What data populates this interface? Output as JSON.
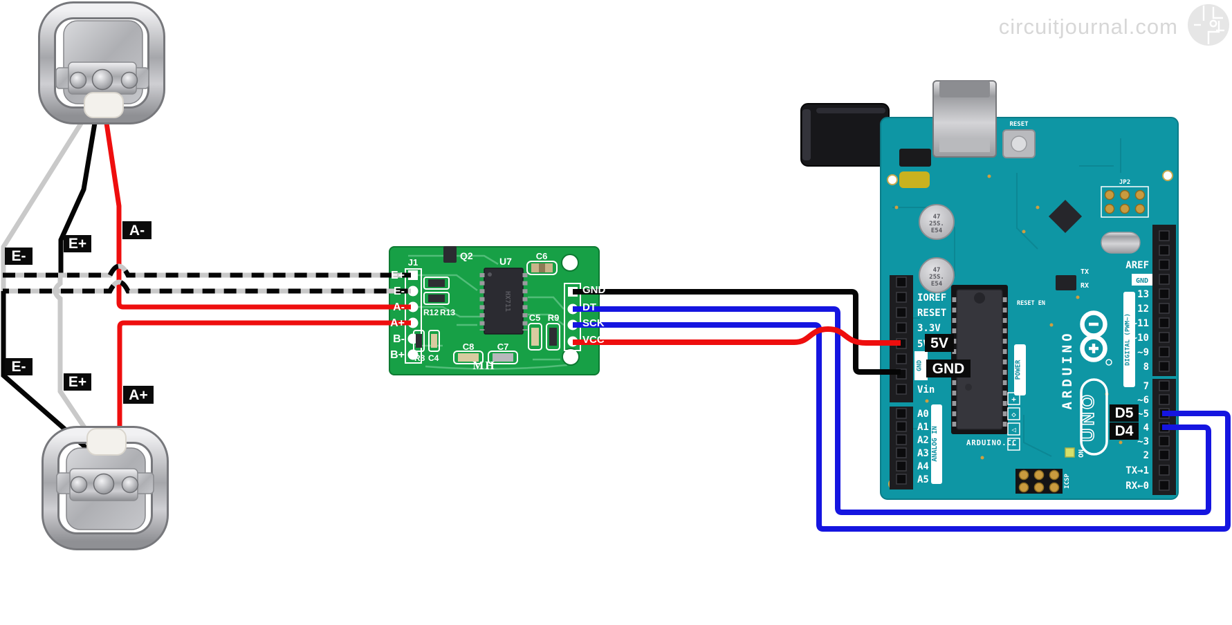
{
  "watermark": {
    "site": "circuitjournal.com"
  },
  "annotations": {
    "top_cell": {
      "red": "A-",
      "black": "E+",
      "gray": "E-"
    },
    "bottom_cell": {
      "black": "E-",
      "gray": "E+",
      "red": "A+"
    },
    "arduino": {
      "v5": "5V",
      "gnd": "GND",
      "d5": "D5",
      "d4": "D4"
    }
  },
  "hx711": {
    "left_pins": [
      "E+",
      "E-",
      "A-",
      "A+",
      "B-",
      "B+"
    ],
    "right_pins": [
      "GND",
      "DT",
      "SCK",
      "VCC"
    ],
    "silk": {
      "j1": "J1",
      "q2": "Q2",
      "u7": "U7",
      "c6": "C6",
      "c5": "C5",
      "r9": "R9",
      "r12": "R12",
      "r13": "R13",
      "c8": "C8",
      "c7": "C7",
      "r8": "R8",
      "c4": "C4",
      "logo": "MH",
      "chip": "HX711"
    }
  },
  "arduino": {
    "power_pins": [
      "IOREF",
      "RESET",
      "3.3V",
      "5V",
      "Vin"
    ],
    "gnd_band": "GND",
    "analog_pins": [
      "A0",
      "A1",
      "A2",
      "A3",
      "A4",
      "A5"
    ],
    "digital_top": [
      "AREF",
      "13",
      "12",
      "~11",
      "~10",
      "~9",
      "8"
    ],
    "digital_bottom": [
      "7",
      "~6",
      "~5",
      "4",
      "~3",
      "2",
      "TX→1",
      "RX←0"
    ],
    "silk": {
      "brand": "ARDUINO",
      "model": "UNO",
      "site": "ARDUINO.CC",
      "digital": "DIGITAL (PWM~)",
      "analog": "ANALOG IN",
      "power": "POWER",
      "icsp": "ICSP",
      "on": "ON",
      "tx": "TX",
      "rx": "RX",
      "reset_button": "RESET",
      "reset_en": "RESET EN",
      "jp2": "JP2",
      "cap_line1": "47",
      "cap_line2": "25S.",
      "cap_line3": "E54"
    }
  },
  "colors": {
    "arduino_board": "#0e96a4",
    "hx711_board": "#17a046",
    "wire_red": "#ee0e0e",
    "wire_blue": "#1515e0",
    "wire_black": "#050505",
    "wire_gray": "#c9c9c9",
    "label_bg": "#0a0a0a"
  }
}
